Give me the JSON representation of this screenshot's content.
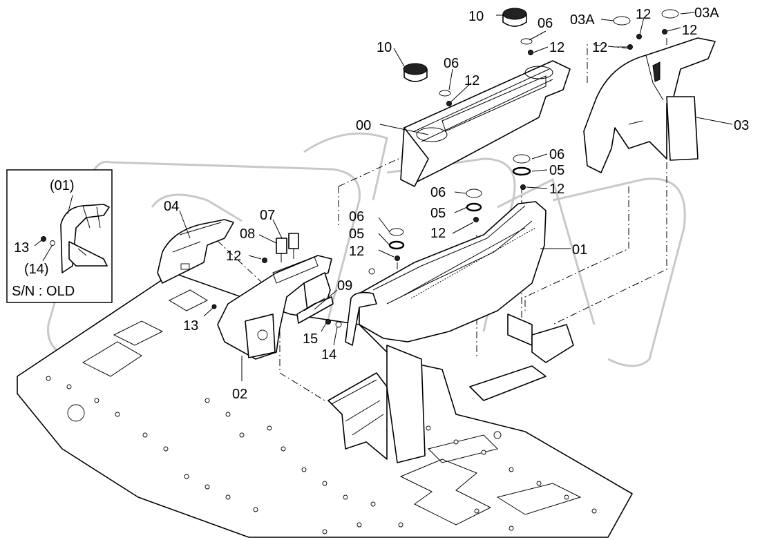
{
  "callouts": {
    "c10a": "10",
    "c10b": "10",
    "c06a": "06",
    "c06b": "06",
    "c06c": "06",
    "c06d": "06",
    "c06e": "06",
    "c03A_a": "03A",
    "c03A_b": "03A",
    "c12a": "12",
    "c12b": "12",
    "c12c": "12",
    "c12d": "12",
    "c12e": "12",
    "c12f": "12",
    "c12g": "12",
    "c12h": "12",
    "c12i": "12",
    "c00": "00",
    "c03": "03",
    "c05a": "05",
    "c05b": "05",
    "c05c": "05",
    "c01": "01",
    "c04": "04",
    "c07": "07",
    "c08": "08",
    "c09": "09",
    "c02": "02",
    "c13": "13",
    "c15": "15",
    "c14": "14"
  },
  "inset": {
    "part_label": "(01)",
    "screw_label": "13",
    "washer_label": "(14)",
    "serial_note": "S/N : OLD"
  }
}
